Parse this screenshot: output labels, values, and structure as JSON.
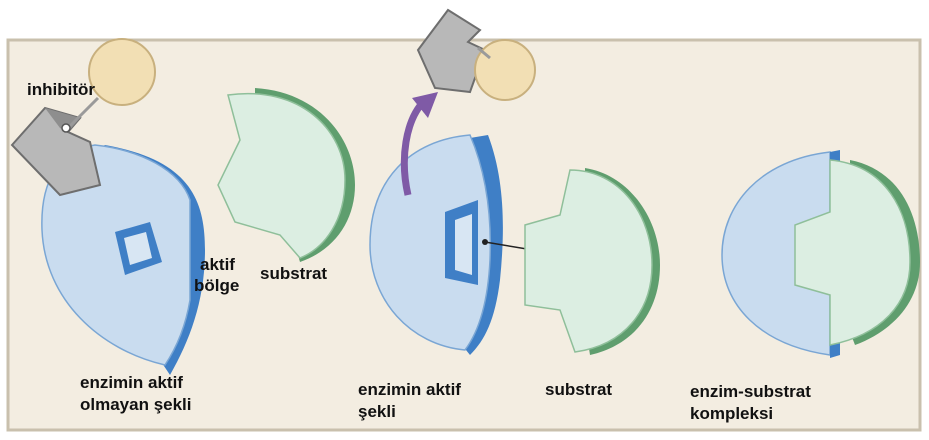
{
  "labels": {
    "inhibitor": "inhibitör",
    "active_site_line1": "aktif",
    "active_site_line2": "bölge",
    "substrate_left": "substrat",
    "inactive_form_line1": "enzimin aktif",
    "inactive_form_line2": "olmayan şekli",
    "active_form_line1": "enzimin aktif",
    "active_form_line2": "şekli",
    "substrate_middle": "substrat",
    "complex_line1": "enzim-substrat",
    "complex_line2": "kompleksi"
  },
  "colors": {
    "panel": "#f3ede1",
    "enzyme": "#c9dcef",
    "enzyme_edge": "#3f7fc6",
    "substrate": "#dceee2",
    "substrate_edge": "#5f9e6e",
    "inhibitor_body": "#b8b8b8",
    "ball": "#f2dfb4",
    "arrow": "#7f5aa6"
  }
}
